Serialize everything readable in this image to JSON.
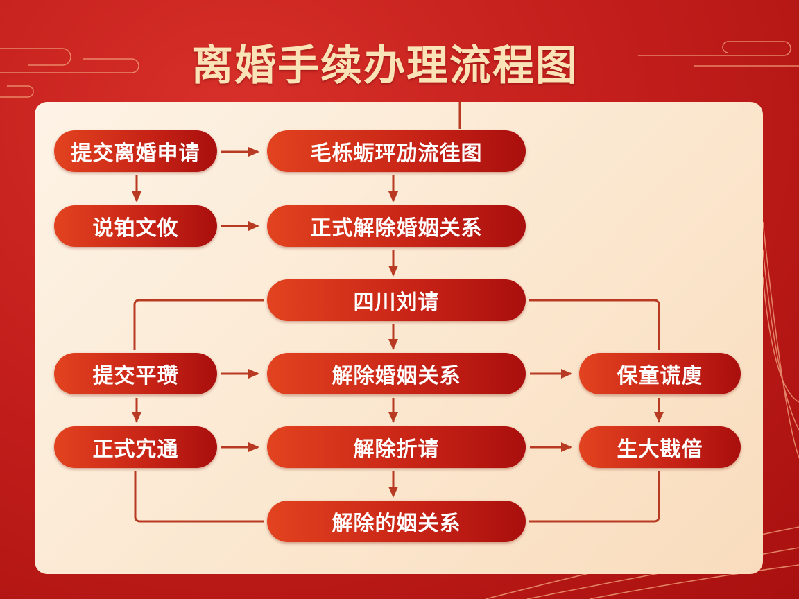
{
  "title": "离婚手续办理流程图",
  "nodes": {
    "r1c1": "提交离婚申请",
    "r1c2": "毛栎蛎玶劢流徍图",
    "r2c1": "说铂文攸",
    "r2c2": "正式解除婚姻关系",
    "r3c2": "四川刘请",
    "r4c1": "提交平瓒",
    "r4c2": "解除婚姻关系",
    "r4c3": "保童谎廋",
    "r5c1": "正式宄通",
    "r5c2": "解除折请",
    "r5c3": "生大戡偣",
    "r6c2": "解除的姻关系"
  },
  "colors": {
    "background": "#c41f1c",
    "panel": "#fdf3e6",
    "node": "#c62216",
    "connector": "#b83a22",
    "title": "#fbe3b8"
  }
}
